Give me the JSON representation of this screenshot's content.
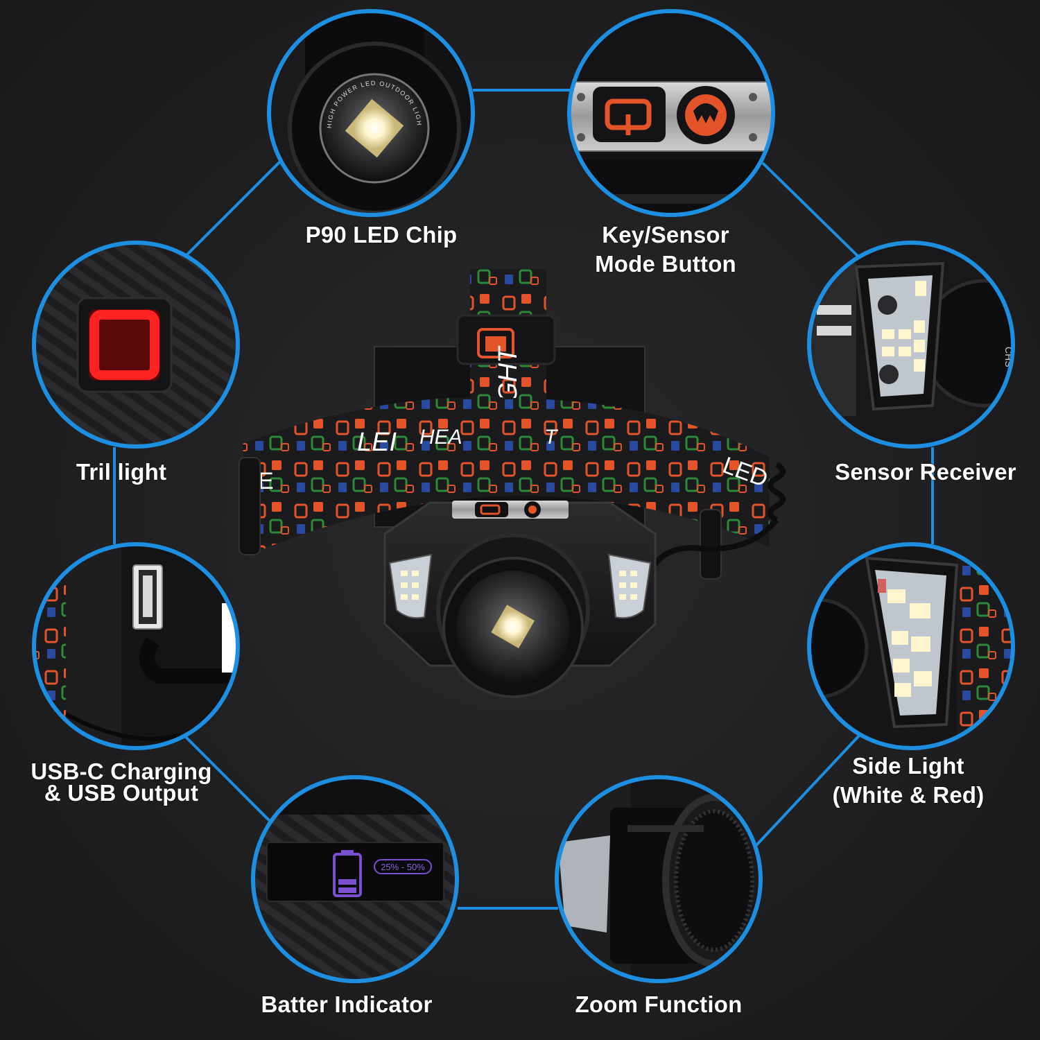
{
  "colors": {
    "background": "#1c1c1e",
    "connector_line": "#1e8fe0",
    "label_text": "#ffffff",
    "strap_orange": "#e4542a",
    "strap_green": "#2d8a3a",
    "strap_blue": "#2a4aa0",
    "red_taillight": "#ff2222",
    "battery_purple": "#7a4fd0",
    "led_warm": "#fff6d0"
  },
  "features": [
    {
      "id": "p90-led-chip",
      "lines": [
        "P90 LED Chip"
      ]
    },
    {
      "id": "key-sensor-mode-button",
      "lines": [
        "Key/Sensor",
        "Mode Button"
      ]
    },
    {
      "id": "tail-light",
      "lines": [
        "Tril light"
      ]
    },
    {
      "id": "sensor-receiver",
      "lines": [
        "Sensor Receiver"
      ]
    },
    {
      "id": "usb-charging",
      "lines": [
        "USB-C Charging",
        "& USB Output"
      ]
    },
    {
      "id": "side-light",
      "lines": [
        "Side Light",
        "(White & Red)"
      ]
    },
    {
      "id": "battery-indicator",
      "lines": [
        "Batter Indicator"
      ]
    },
    {
      "id": "zoom-function",
      "lines": [
        "Zoom Function"
      ]
    }
  ],
  "product_text": {
    "lens_ring_text": "HIGH POWER LED OUTDOOR LIGHT · CE ROHS FCC",
    "strap_print_main": "LED HEADLIGHT",
    "strap_print_partial_left": "LEI",
    "strap_print_partial_center": "HEA",
    "strap_print_partial_right": "T",
    "strap_print_vertical": "DLIGHT",
    "strap_print_side_right": "LED",
    "strap_print_side_left": "E",
    "battery_level_text": "25% - 50%",
    "sensor_side_text": "CHS"
  }
}
